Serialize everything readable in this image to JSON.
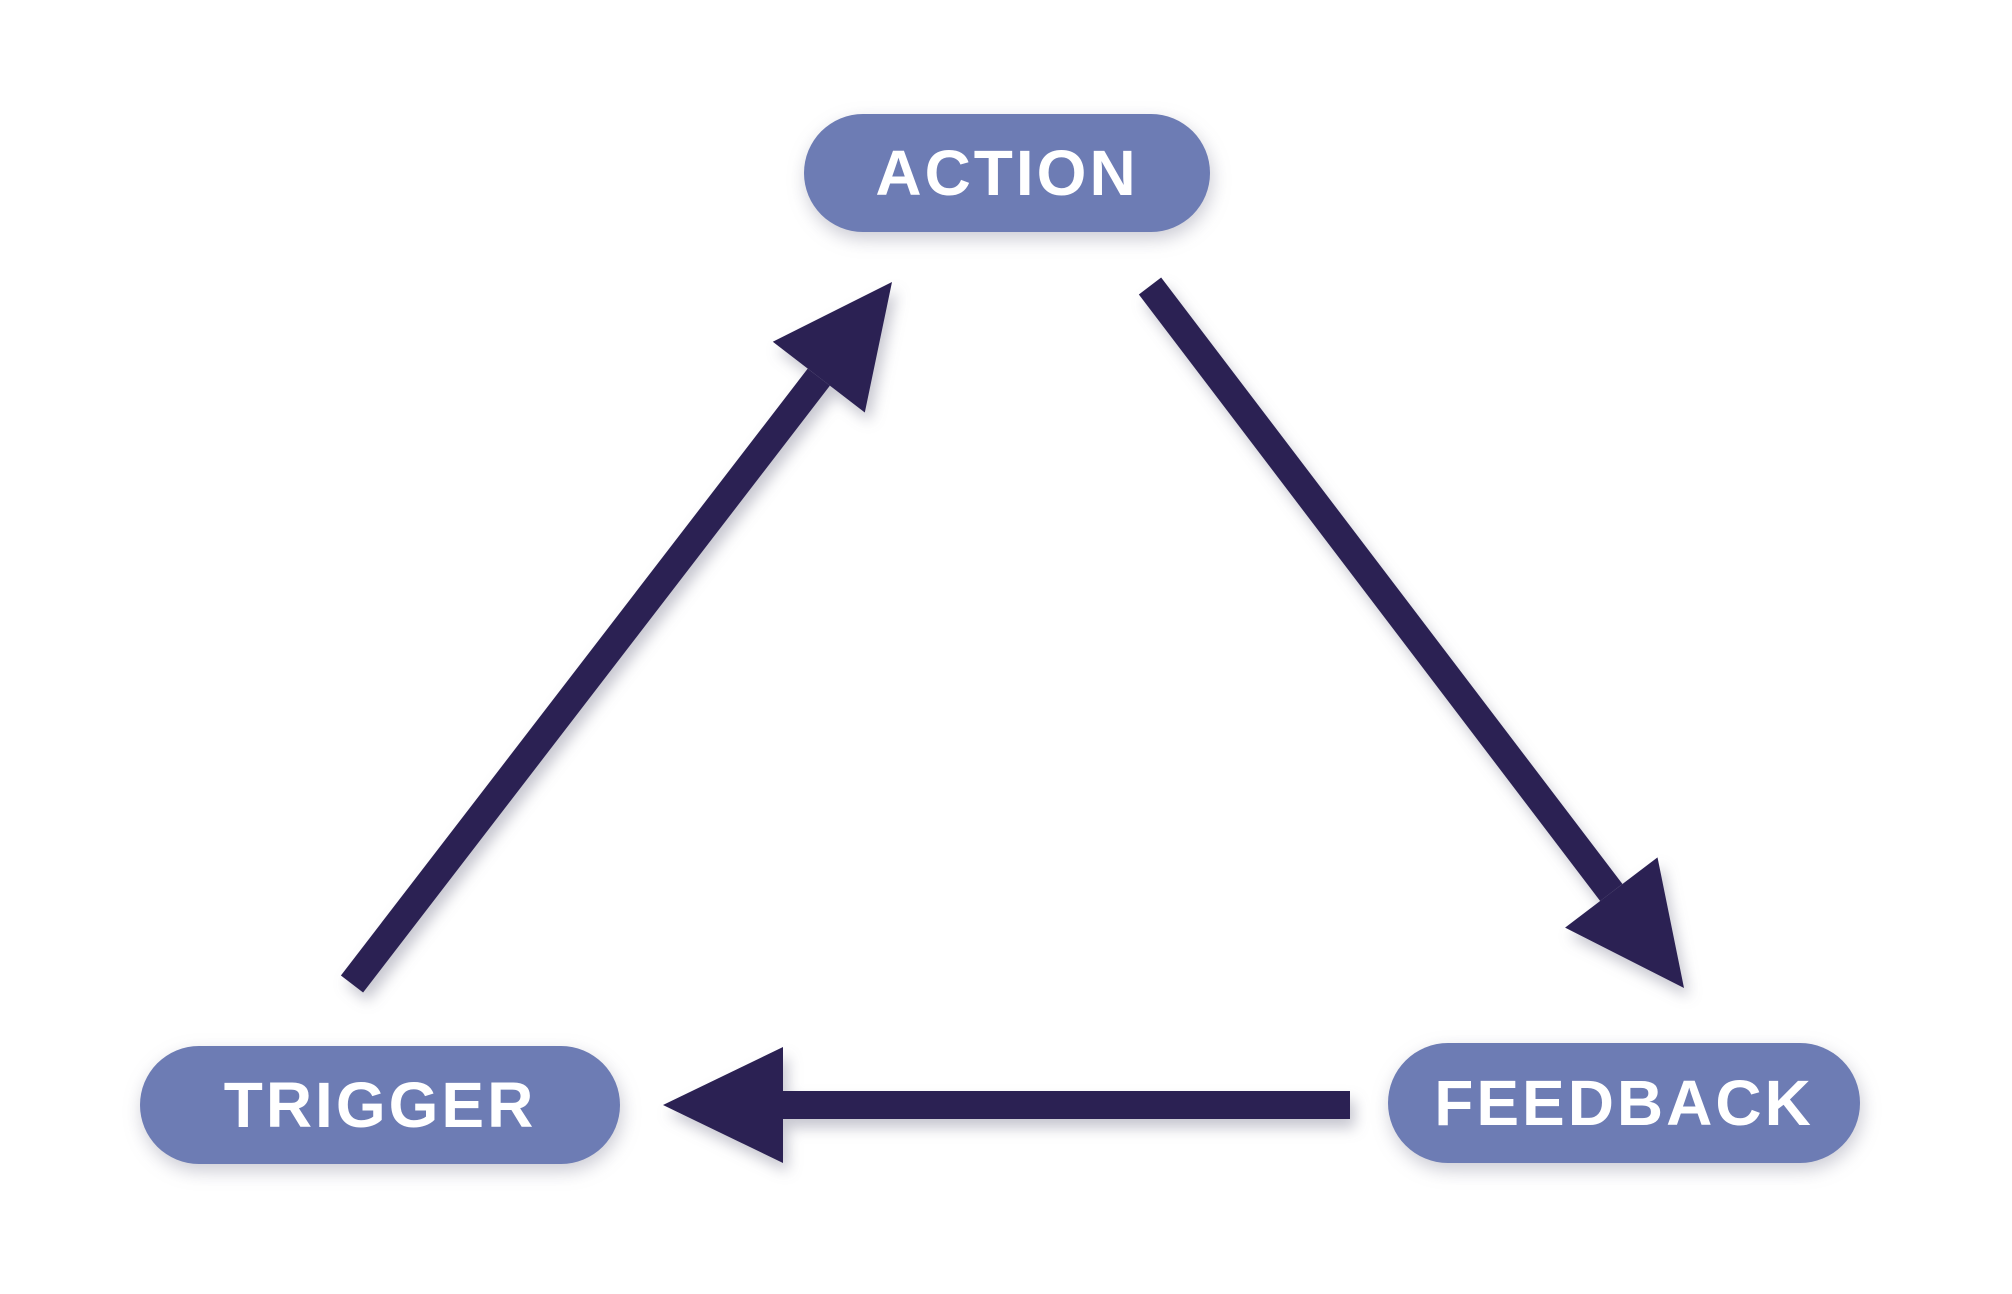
{
  "diagram": {
    "type": "cycle",
    "nodes": [
      {
        "id": "action",
        "label": "ACTION"
      },
      {
        "id": "trigger",
        "label": "TRIGGER"
      },
      {
        "id": "feedback",
        "label": "FEEDBACK"
      }
    ],
    "edges": [
      {
        "from": "trigger",
        "to": "action"
      },
      {
        "from": "action",
        "to": "feedback"
      },
      {
        "from": "feedback",
        "to": "trigger"
      }
    ],
    "colors": {
      "node_fill": "#6d7cb4",
      "node_text": "#ffffff",
      "arrow": "#2b2153",
      "background": "#ffffff"
    }
  }
}
